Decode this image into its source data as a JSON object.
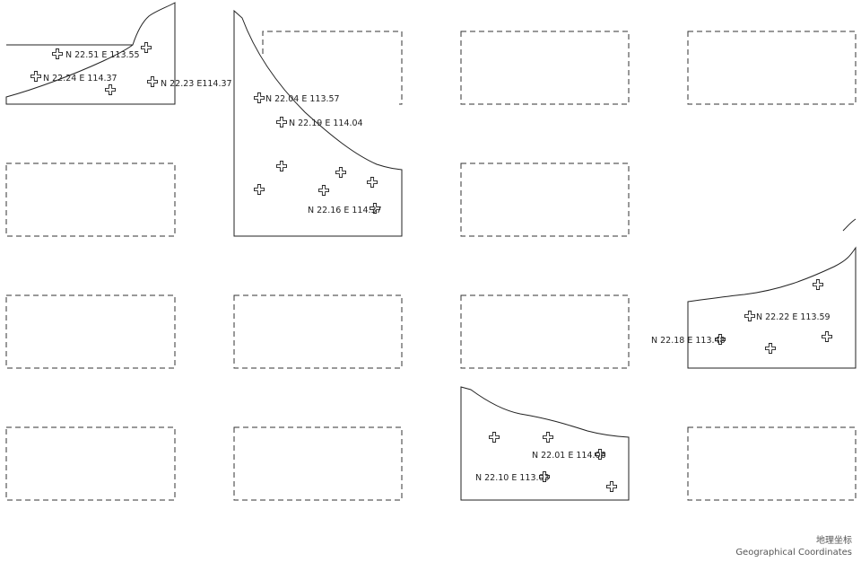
{
  "coordinate_labels": [
    "N 22.51 E 113.55",
    "N 22.24 E 114.37",
    "N 22.23 E114.37",
    "N 22.04 E 113.57",
    "N 22.19 E 114.04",
    "N 22.16 E 114.37",
    "N 22.22 E 113.59",
    "N 22.18 E 113.48",
    "N 22.01 E 114.06",
    "N 22.10 E 113.03"
  ],
  "caption": {
    "chinese": "地理坐标",
    "english": "Geographical Coordinates"
  },
  "colors": {
    "line": "#222222",
    "caption": "#555555"
  },
  "icons": {
    "marker": "crosshair-plus-icon"
  }
}
